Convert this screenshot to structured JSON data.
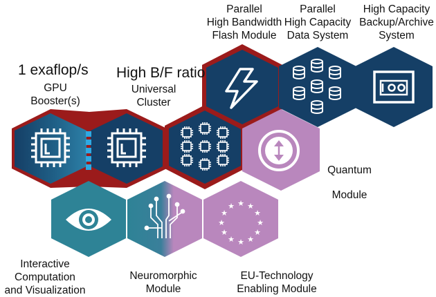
{
  "labels": {
    "gpu_headline": "1 exaflop/s",
    "gpu_name": "GPU\nBooster(s)",
    "cluster_headline": "High B/F ratio",
    "cluster_name": "Universal\nCluster",
    "flash": "Parallel\nHigh Bandwidth\nFlash Module",
    "data": "Parallel\nHigh Capacity\nData System",
    "backup": "High Capacity\nBackup/Archive\nSystem",
    "quantum": "Quantum",
    "quantum_module": "Module",
    "interactive": "Interactive\nComputation\nand Visualization",
    "neuro": "Neuromorphic\nModule",
    "eu": "EU-Technology\nEnabling Module"
  },
  "colors": {
    "navy": "#123f66",
    "teal": "#2e8396",
    "purple": "#b987bd",
    "red_border": "#9b1b1b",
    "stripe": "#2fa9e2"
  },
  "icons": {
    "gpu_1": "cpu-chip-icon",
    "gpu_2": "cpu-chip-icon",
    "cluster": "chip-grid-icon",
    "flash": "lightning-bolt-icon",
    "data": "database-cylinders-icon",
    "backup": "tape-drive-icon",
    "quantum": "qubit-sphere-icon",
    "interactive": "eye-icon",
    "neuro": "neural-circuit-icon",
    "eu": "eu-stars-icon"
  }
}
